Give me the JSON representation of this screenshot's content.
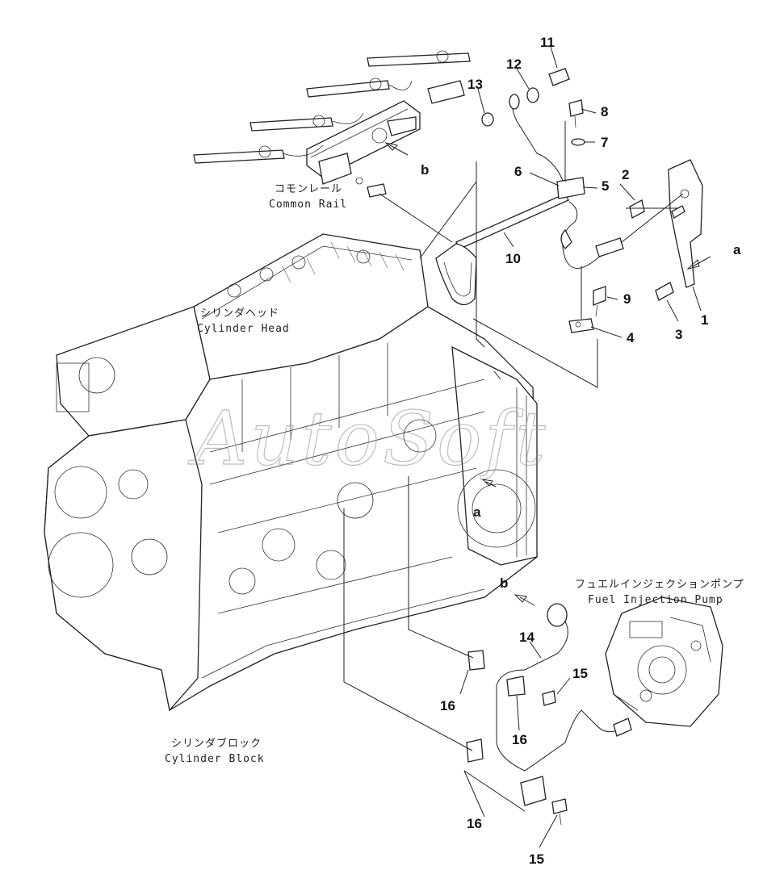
{
  "callouts": {
    "c1": "1",
    "c2": "2",
    "c3": "3",
    "c4": "4",
    "c5": "5",
    "c6": "6",
    "c7": "7",
    "c8": "8",
    "c9": "9",
    "c10": "10",
    "c11": "11",
    "c12": "12",
    "c13": "13",
    "c14": "14",
    "c15a": "15",
    "c15b": "15",
    "c16a": "16",
    "c16b": "16",
    "c16c": "16"
  },
  "refs": {
    "a_top": "a",
    "a_block": "a",
    "b_rail": "b",
    "b_pipe": "b"
  },
  "components": {
    "common_rail_jp": "コモンレール",
    "common_rail_en": "Common Rail",
    "cylinder_head_jp": "シリンダヘッド",
    "cylinder_head_en": "Cylinder Head",
    "fuel_pump_jp": "フュエルインジェクションポンプ",
    "fuel_pump_en": "Fuel Injection Pump",
    "cylinder_block_jp": "シリンダブロック",
    "cylinder_block_en": "Cylinder Block"
  },
  "watermark": "AutoSoft"
}
